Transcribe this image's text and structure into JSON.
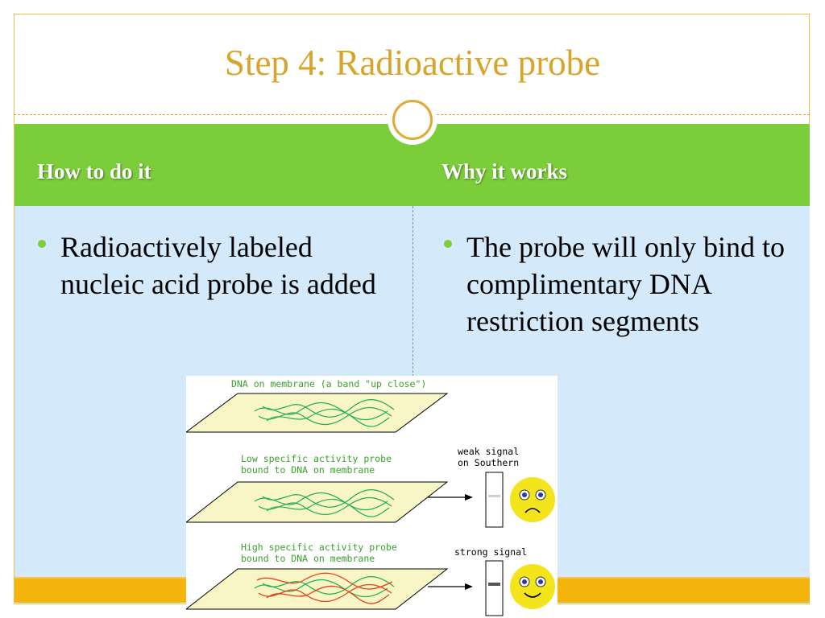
{
  "slide": {
    "title": "Step 4: Radioactive probe",
    "columns": [
      {
        "heading": "How to do it",
        "bullets": [
          "Radioactively labeled nucleic acid probe is added"
        ]
      },
      {
        "heading": "Why it works",
        "bullets": [
          "The probe will only bind to complimentary DNA restriction segments"
        ]
      }
    ]
  },
  "figure": {
    "panel1_caption": "DNA on membrane (a band \"up close\")",
    "panel2_caption_line1": "Low specific activity probe",
    "panel2_caption_line2": "bound to DNA on membrane",
    "panel2_result_line1": "weak signal",
    "panel2_result_line2": "on Southern",
    "panel3_caption_line1": "High specific activity probe",
    "panel3_caption_line2": "bound to DNA on membrane",
    "panel3_result": "strong signal"
  },
  "colors": {
    "title": "#d8a52c",
    "header_green": "#7ccd3a",
    "body_blue": "#d4e9fa",
    "footer_orange": "#f5b40b",
    "dna_strand": "#22b04a",
    "probe_strand": "#e2431e",
    "membrane": "#f8f6c6",
    "face": "#f4e41c",
    "caption_text": "#3aa22b"
  },
  "icons": {
    "sad_face": "sad-face-icon",
    "happy_face": "happy-face-icon",
    "arrow": "arrow-right-icon"
  }
}
